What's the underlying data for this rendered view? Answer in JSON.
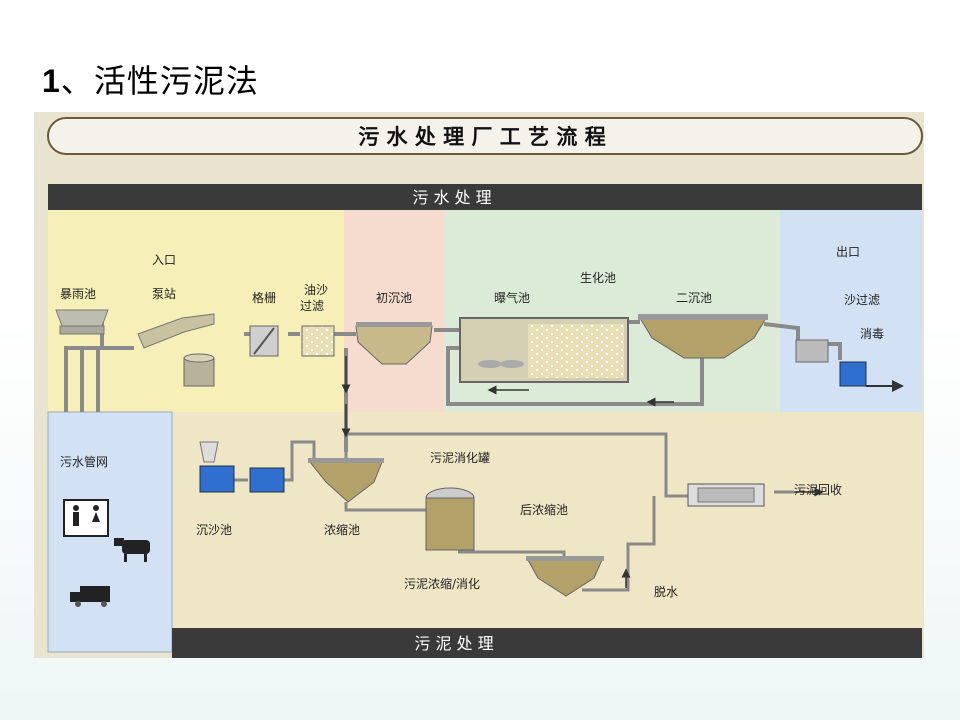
{
  "slide": {
    "number": "1",
    "separator": "、",
    "title": "活性污泥法"
  },
  "banner": {
    "title": "污 水 处 理 厂 工 艺 流 程"
  },
  "sections": {
    "sewage_header": "污 水 处 理",
    "sludge_footer": "污 泥 处 理"
  },
  "labels": {
    "entrance": "入口",
    "storm_tank": "暴雨池",
    "pump_station": "泵站",
    "screen": "格栅",
    "oil_sand": "油沙\n过滤",
    "primary": "初沉池",
    "aeration": "曝气池",
    "bio": "生化池",
    "secondary": "二沉池",
    "exit": "出口",
    "sand_filter": "沙过滤",
    "disinfect": "消毒",
    "sewer": "污水管网",
    "grit": "沉沙池",
    "thickener": "浓缩池",
    "digester": "污泥消化罐",
    "post_thickener": "后浓缩池",
    "thick_digest": "污泥浓缩/消化",
    "dewater": "脱水",
    "recycle": "污泥回收"
  },
  "colors": {
    "yellow_zone": "#f6f0b8",
    "pink_zone": "#f5dccf",
    "green_zone": "#dcebd8",
    "blue_zone": "#d2e2f4",
    "sludge_zone": "#efe6c6",
    "dark_bar": "#3a3a3a",
    "pipe": "#8a8a8a",
    "sludge": "#b3a16a",
    "water": "#2f6fd0"
  }
}
